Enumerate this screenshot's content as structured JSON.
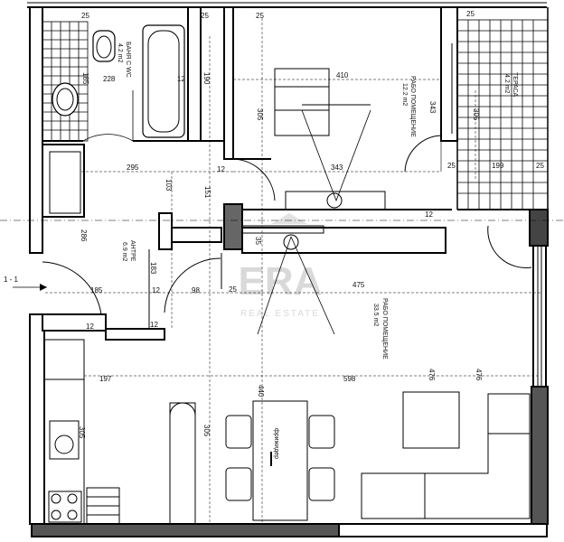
{
  "rooms": {
    "bathroom": {
      "name": "БАНЯ С WC",
      "area": "4.2 m2"
    },
    "work_small": {
      "name": "РАБО ПОМЕЩЕНИЕ",
      "area": "12.2 m2"
    },
    "terrace": {
      "name": "ТЕРАСА",
      "area": "4.2 m2"
    },
    "entrance": {
      "name": "АНТРЕ",
      "area": "6.9 m2"
    },
    "work_large": {
      "name": "РАБО ПОМЕЩЕНИЕ",
      "area": "33.5 m2"
    },
    "fridge": {
      "name": "фрижидер"
    }
  },
  "dims": {
    "d25a": "25",
    "d25b": "25",
    "d25c": "25",
    "d25d": "25",
    "d25e": "25",
    "d25f": "25",
    "d25g": "25",
    "d410": "410",
    "d343a": "343",
    "d343b": "343",
    "d305a": "305",
    "d305b": "305",
    "d305c": "305",
    "d305d": "305",
    "d295": "295",
    "d103": "103",
    "d151": "151",
    "d12a": "12",
    "d12b": "12",
    "d12c": "12",
    "d12d": "12",
    "d12e": "12",
    "d12f": "12",
    "d190": "190",
    "d199": "199",
    "d228": "228",
    "d185a": "185",
    "d185b": "185",
    "d286": "286",
    "d183": "183",
    "d98": "98",
    "d475": "475",
    "d197": "197",
    "d598": "598",
    "d440": "440",
    "d476a": "476",
    "d476b": "476",
    "d35": "35"
  },
  "section_mark": "1 - 1",
  "watermark": {
    "brand": "ERA",
    "sub": "REAL ESTATE"
  }
}
